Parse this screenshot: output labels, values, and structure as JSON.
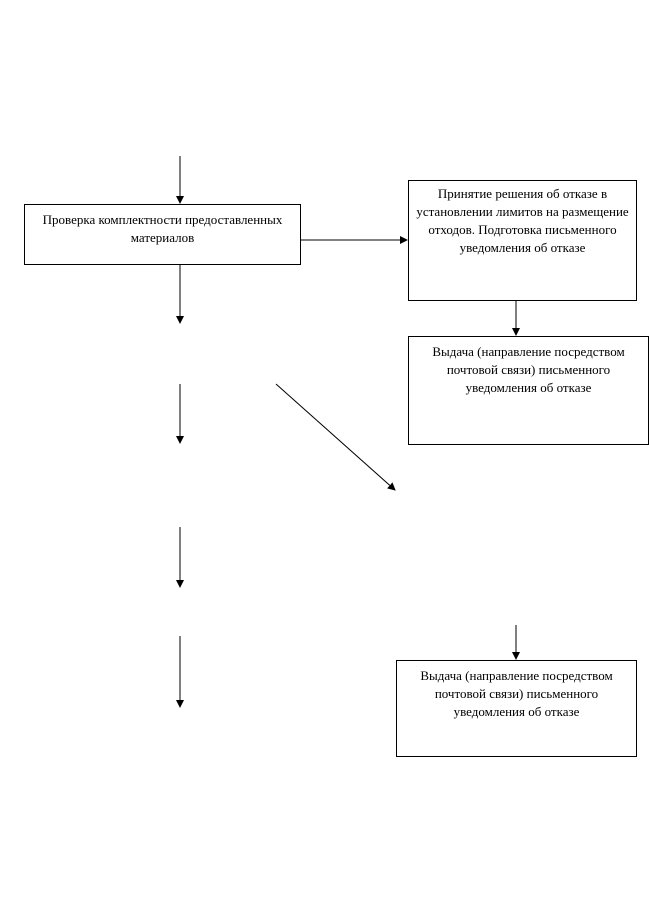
{
  "boxes": {
    "check_completeness": "Проверка комплектности предоставленных материалов",
    "refusal_decision": "Принятие решения об отказе в установлении лимитов на размещение отходов. Подготовка письменного уведомления об отказе",
    "issue_notice_1": "Выдача (направление посредством почтовой связи) письменного уведомления об отказе",
    "issue_notice_2": "Выдача (направление посредством почтовой связи) письменного уведомления об отказе"
  },
  "colors": {
    "line": "#000000",
    "background": "#ffffff"
  }
}
